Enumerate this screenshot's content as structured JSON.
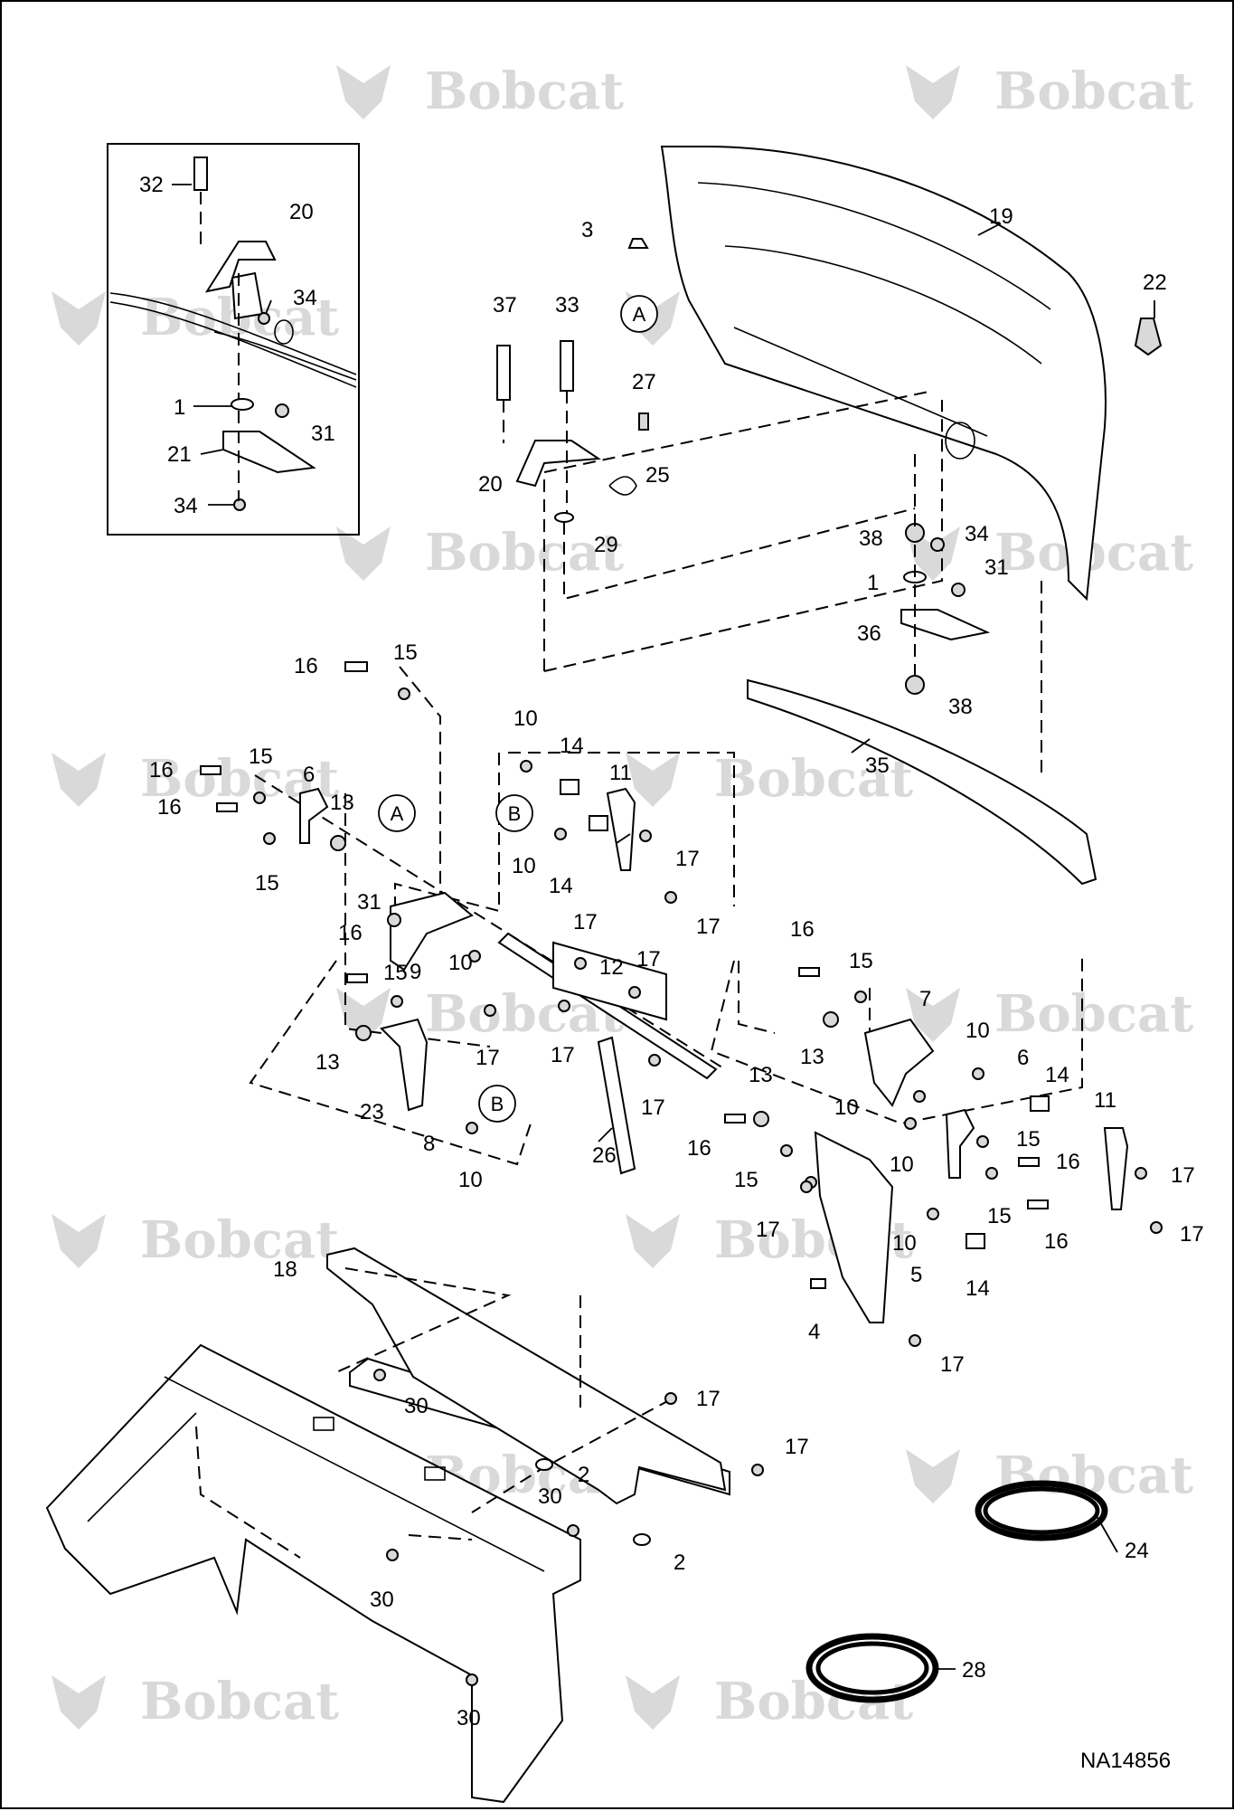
{
  "watermark": {
    "text": "Bobcat",
    "color": "#d4d4d4"
  },
  "figure_id": "NA14856",
  "ref_markers": [
    "A",
    "B"
  ],
  "callouts": {
    "inset": [
      "32",
      "20",
      "34",
      "1",
      "31",
      "21",
      "34"
    ],
    "upper": [
      "3",
      "19",
      "22",
      "37",
      "33",
      "27",
      "20",
      "25",
      "29",
      "38",
      "34",
      "1",
      "31",
      "36",
      "38",
      "35"
    ],
    "middle": [
      "16",
      "15",
      "16",
      "15",
      "6",
      "16",
      "13",
      "15",
      "10",
      "14",
      "11",
      "10",
      "14",
      "17",
      "17",
      "31",
      "9",
      "10",
      "17",
      "12",
      "17",
      "16",
      "15",
      "13",
      "17",
      "17",
      "8",
      "10",
      "23",
      "26",
      "17",
      "13",
      "16",
      "15",
      "7",
      "10",
      "16",
      "15",
      "13",
      "10",
      "6",
      "14",
      "11",
      "15",
      "16",
      "10",
      "15",
      "16",
      "17",
      "17",
      "17",
      "10",
      "14",
      "5",
      "4",
      "17"
    ],
    "lower": [
      "18",
      "30",
      "17",
      "17",
      "2",
      "30",
      "2",
      "30",
      "30",
      "24",
      "28"
    ]
  }
}
